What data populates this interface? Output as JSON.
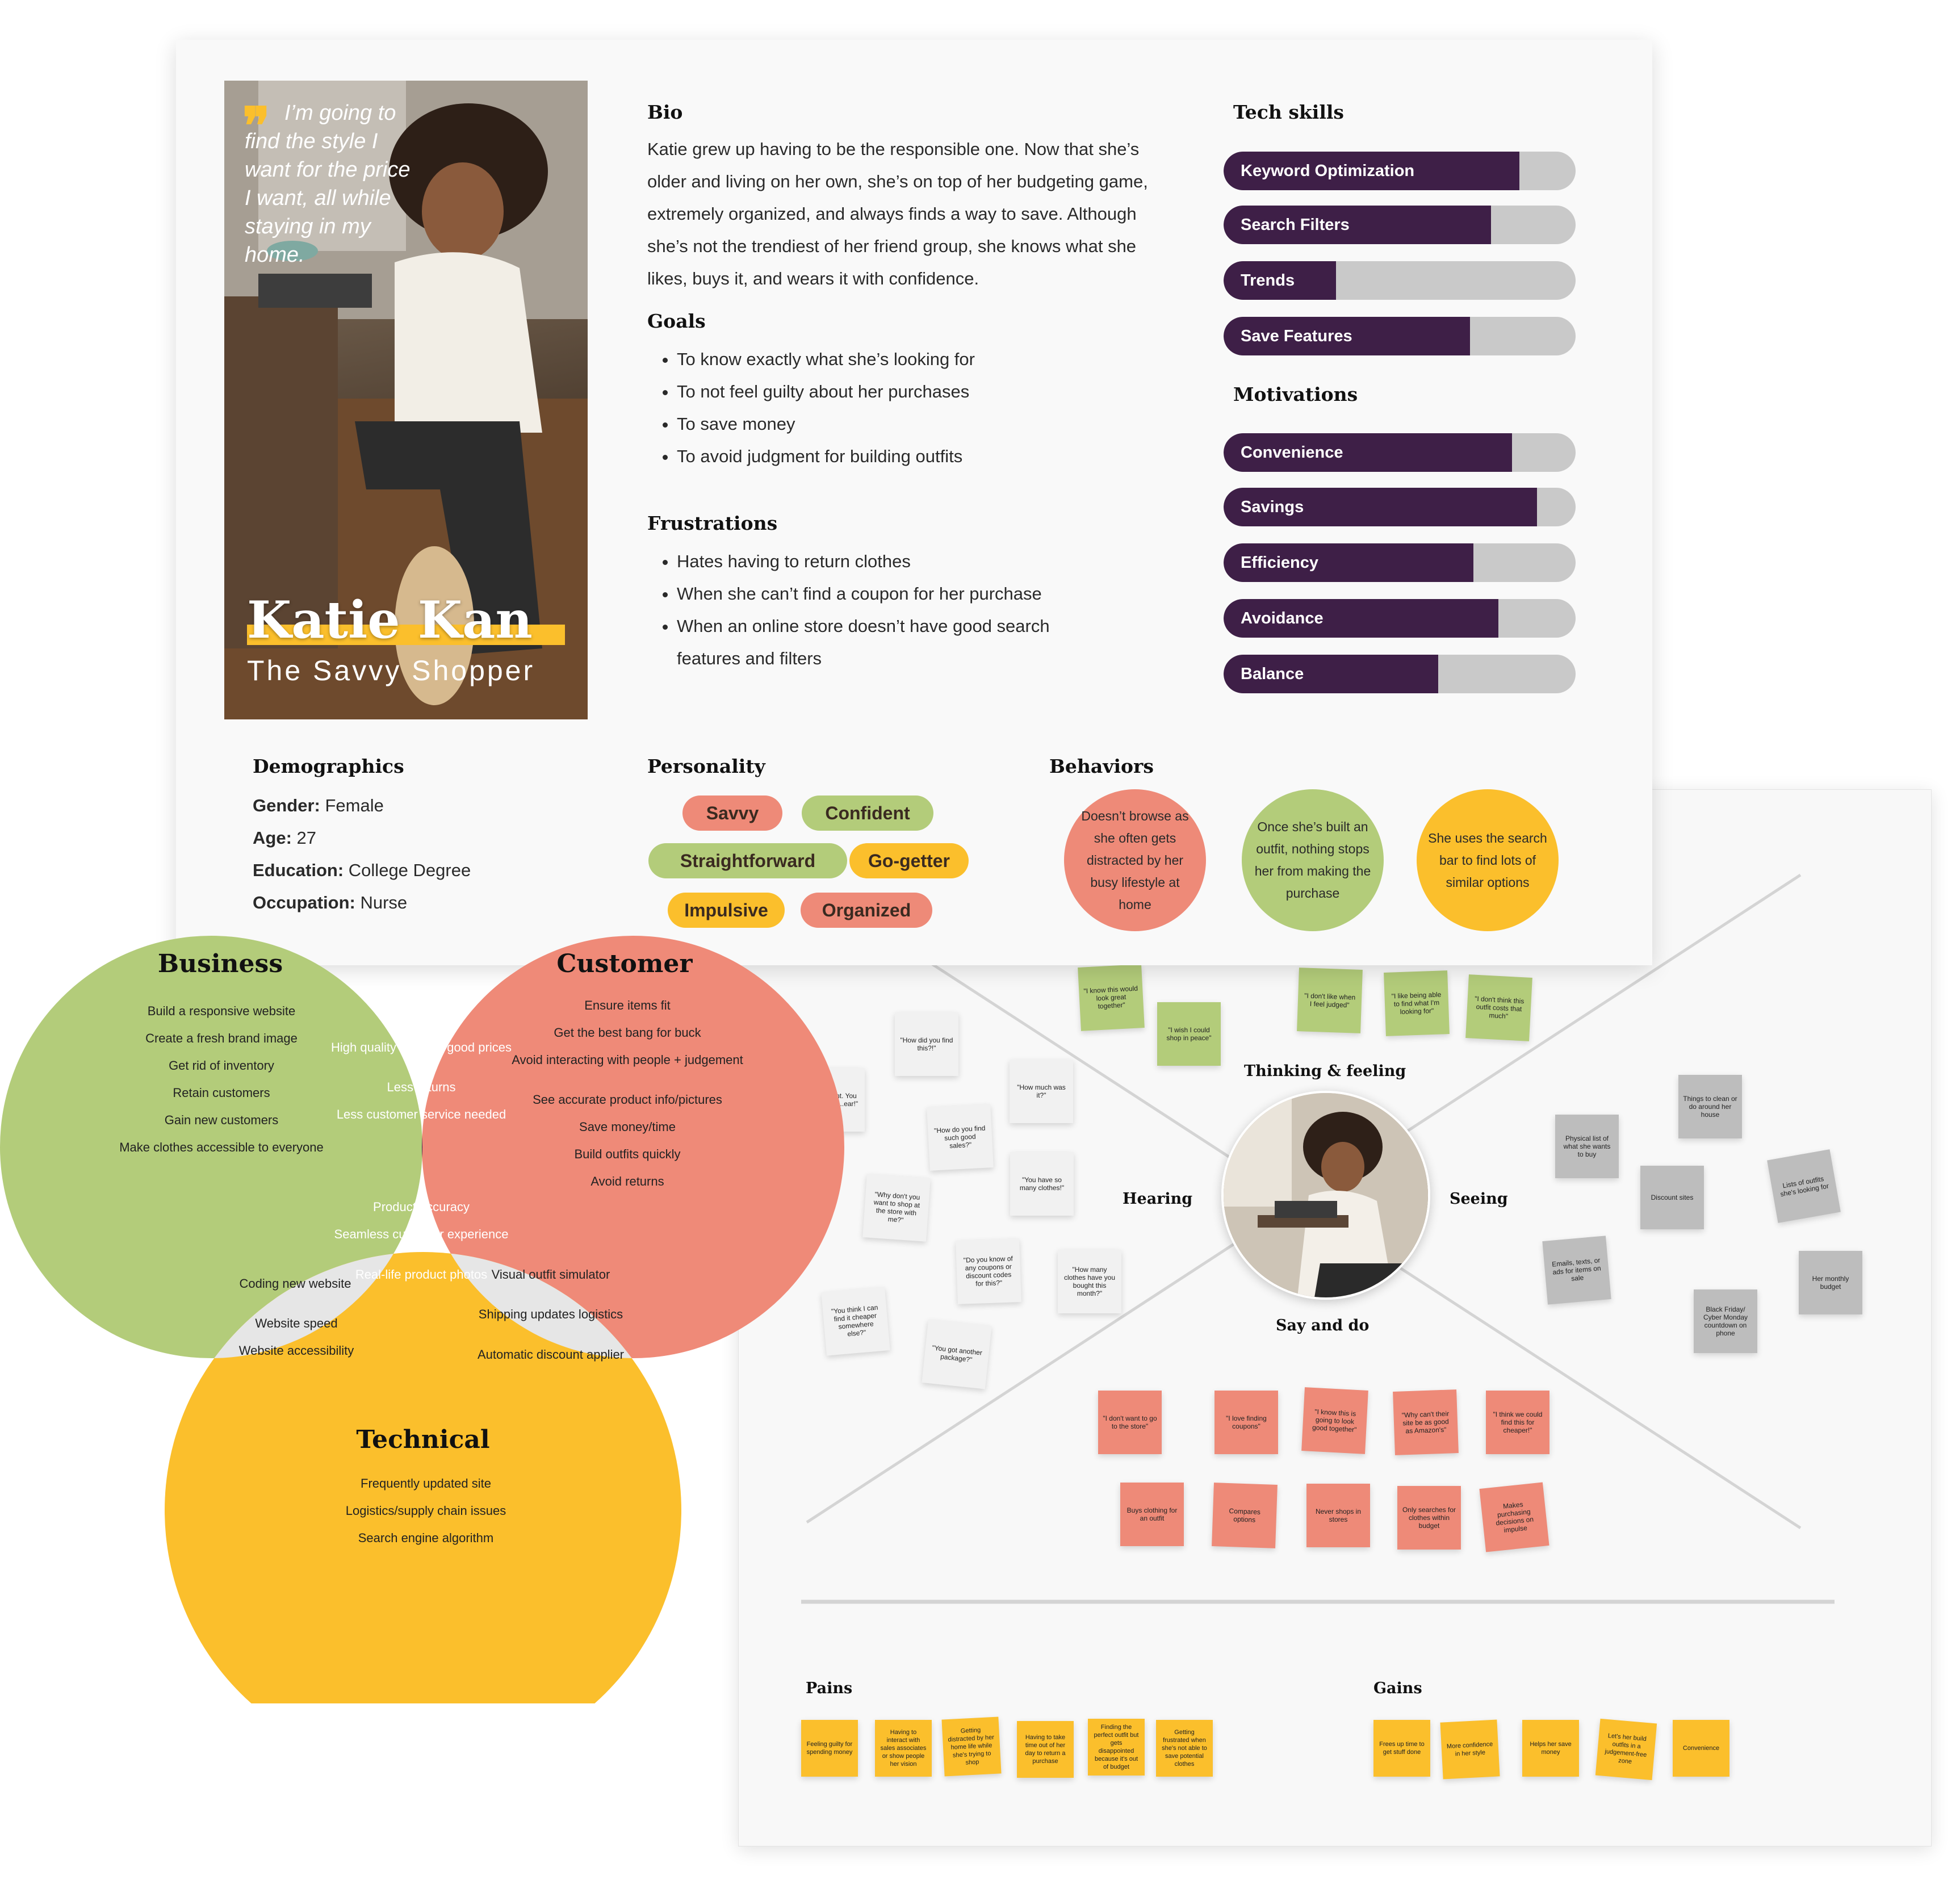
{
  "persona": {
    "quote": "I’m going to find the style I want for the price I want, all while staying in my home.",
    "name": "Katie Kan",
    "role": "The Savvy Shopper",
    "bio_title": "Bio",
    "bio": "Katie grew up having to be the responsible one. Now that she’s older and living on her own, she’s on top of her budgeting game, extremely organized, and always finds a way to save. Although she’s not the trendiest of her friend group, she knows what she likes, buys it, and wears it with confidence.",
    "goals_title": "Goals",
    "goals": [
      "To know exactly what she’s looking for",
      "To not feel guilty about her purchases",
      "To save money",
      "To avoid judgment for building outfits"
    ],
    "frustrations_title": "Frustrations",
    "frustrations": [
      "Hates having to return clothes",
      "When she can’t find a coupon for her purchase",
      "When an online store doesn’t have good search features and filters"
    ],
    "tech_title": "Tech skills",
    "tech_skills": [
      {
        "label": "Keyword Optimization",
        "value": 0.84
      },
      {
        "label": "Search Filters",
        "value": 0.76
      },
      {
        "label": "Trends",
        "value": 0.32
      },
      {
        "label": "Save Features",
        "value": 0.7
      }
    ],
    "motivations_title": "Motivations",
    "motivations": [
      {
        "label": "Convenience",
        "value": 0.82
      },
      {
        "label": "Savings",
        "value": 0.89
      },
      {
        "label": "Efficiency",
        "value": 0.71
      },
      {
        "label": "Avoidance",
        "value": 0.78
      },
      {
        "label": "Balance",
        "value": 0.61
      }
    ],
    "bar_color": "#3e1f47",
    "demographics_title": "Demographics",
    "demographics": [
      {
        "key": "Gender:",
        "value": "Female"
      },
      {
        "key": "Age:",
        "value": "27"
      },
      {
        "key": "Education:",
        "value": "College Degree"
      },
      {
        "key": "Occupation:",
        "value": "Nurse"
      }
    ],
    "personality_title": "Personality",
    "personality": [
      {
        "label": "Savvy",
        "color": "#ee8a78"
      },
      {
        "label": "Confident",
        "color": "#b3cc7a"
      },
      {
        "label": "Straightforward",
        "color": "#b3cc7a"
      },
      {
        "label": "Go-getter",
        "color": "#fbbf2c"
      },
      {
        "label": "Impulsive",
        "color": "#fbbf2c"
      },
      {
        "label": "Organized",
        "color": "#ee8a78"
      }
    ],
    "behaviors_title": "Behaviors",
    "behaviors": [
      {
        "text": "Doesn’t browse as she often gets distracted by her busy lifestyle at home",
        "color": "#ee8a78"
      },
      {
        "text": "Once she’s built an outfit, nothing stops her from making the purchase",
        "color": "#b3cc7a"
      },
      {
        "text": "She uses the search bar to find lots of similar options",
        "color": "#fbbf2c"
      }
    ]
  },
  "venn": {
    "colors": {
      "business": "#b3cc7a",
      "customer": "#ef8a78",
      "technical": "#fbbf2c",
      "center": "#3e1f47",
      "overlap": "#e6e6e6"
    },
    "business_title": "Business",
    "business": [
      "Build a responsive website",
      "Create a fresh brand image",
      "Get rid of inventory",
      "Retain customers",
      "Gain new customers",
      "Make clothes accessible to everyone"
    ],
    "customer_title": "Customer",
    "customer": [
      "Ensure items fit",
      "Get the best bang for buck",
      "Avoid interacting with people + judgement",
      "See accurate product info/pictures",
      "Save money/time",
      "Build outfits quickly",
      "Avoid returns"
    ],
    "technical_title": "Technical",
    "technical": [
      "Frequently updated site",
      "Logistics/supply chain issues",
      "Search engine algorithm"
    ],
    "business_customer": [
      "High quality items at good prices",
      "Less returns",
      "Less customer service needed"
    ],
    "business_technical": [
      "Coding new website",
      "Website speed",
      "Website accessibility"
    ],
    "customer_technical": [
      "Visual outfit simulator",
      "Shipping updates logistics",
      "Automatic discount applier"
    ],
    "center": [
      "Product accuracy",
      "Seamless customer experience",
      "Real-life product photos"
    ]
  },
  "empathy": {
    "thinking_title": "Thinking & feeling",
    "hearing_title": "Hearing",
    "seeing_title": "Seeing",
    "saydo_title": "Say and do",
    "thinking_notes": [
      "\"I know this would look great together\"",
      "\"I wish I could shop in peace\"",
      "\"I don't like when I feel judged\"",
      "\"I like being able to find what I'm looking for\"",
      "\"I don't think this outfit costs that much\""
    ],
    "hearing_notes": [
      "\"How did you find this?!\"",
      "\"...so ...ent. You ...hatever ...ear!\"",
      "\"How much was it?\"",
      "\"How do you find such good sales?\"",
      "\"You have so many clothes!\"",
      "\"Why don't you want to shop at the store with me?\"",
      "\"Do you know of any coupons or discount codes for this?\"",
      "\"How many clothes have you bought this month?\"",
      "\"You think I can find it cheaper somewhere else?\"",
      "\"You got another package?\""
    ],
    "seeing_notes": [
      "Things to clean or do around her house",
      "Physical list of what she wants to buy",
      "Discount sites",
      "Lists of outfits she's looking for",
      "Emails, texts, or ads for items on sale",
      "Black Friday/ Cyber Monday countdown on phone",
      "Her monthly budget"
    ],
    "saydo_notes": [
      "\"I don't want to go to the store\"",
      "\"I love finding coupons\"",
      "\"I know this is going to look good together\"",
      "\"Why can't their site be as good as Amazon's\"",
      "\"I think we could find this for cheaper!\"",
      "Buys clothing for an outfit",
      "Compares options",
      "Never shops in stores",
      "Only searches for clothes within budget",
      "Makes purchasing decisions on impulse"
    ],
    "pains_title": "Pains",
    "pains": [
      "Feeling guilty for spending money",
      "Having to interact with sales associates or show people her vision",
      "Getting distracted by her home life while she's trying to shop",
      "Having to take time out of her day to return a purchase",
      "Finding the perfect outfit but gets disappointed because it's out of budget",
      "Getting frustrated when she's not able to save potential clothes"
    ],
    "gains_title": "Gains",
    "gains": [
      "Frees up time to get stuff done",
      "More confidence in her style",
      "Helps her save money",
      "Let's her build outfits in a judgement-free zone",
      "Convenience"
    ]
  }
}
